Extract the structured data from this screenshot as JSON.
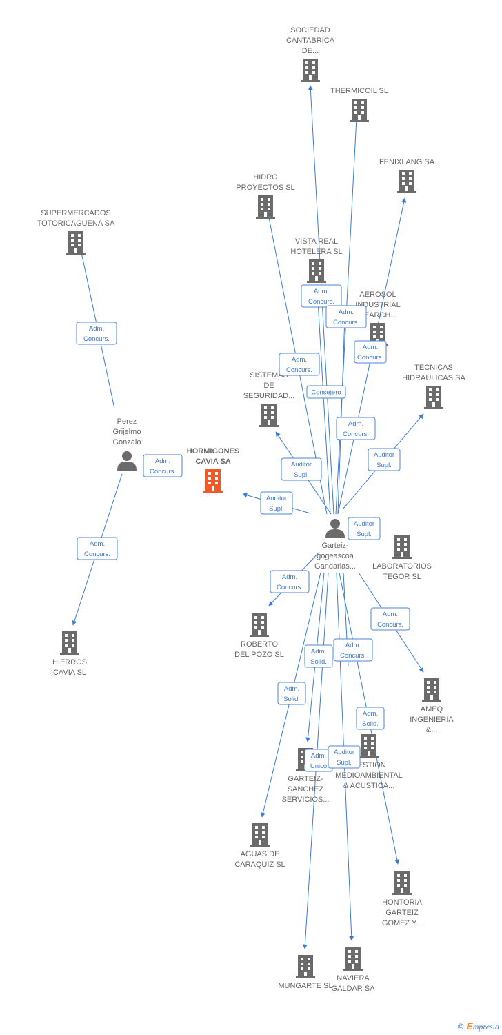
{
  "colors": {
    "edge": "#3a7bd5",
    "building": "#6b6b6b",
    "main": "#f05a28",
    "person": "#6b6b6b"
  },
  "nodes": [
    {
      "id": "sociedad",
      "type": "company",
      "lines": [
        "SOCIEDAD",
        "CANTABRICA",
        "DE..."
      ]
    },
    {
      "id": "thermicoil",
      "type": "company",
      "lines": [
        "THERMICOIL SL"
      ]
    },
    {
      "id": "fenixlang",
      "type": "company",
      "lines": [
        "FENIXLANG SA"
      ]
    },
    {
      "id": "hidro",
      "type": "company",
      "lines": [
        "HIDRO",
        "PROYECTOS SL"
      ]
    },
    {
      "id": "supermercados",
      "type": "company",
      "lines": [
        "SUPERMERCADOS",
        "TOTORICAGUENA SA"
      ]
    },
    {
      "id": "vista",
      "type": "company",
      "lines": [
        "VISTA REAL",
        "HOTELERA SL"
      ]
    },
    {
      "id": "aerosol",
      "type": "company",
      "lines": [
        "AEROSOL",
        "INDUSTRIAL",
        "SEARCH..."
      ]
    },
    {
      "id": "sistemas",
      "type": "company",
      "lines": [
        "SISTEMAS",
        "DE",
        "SEGURIDAD..."
      ]
    },
    {
      "id": "tecnicas",
      "type": "company",
      "lines": [
        "TECNICAS",
        "HIDRAULICAS SA"
      ]
    },
    {
      "id": "perez",
      "type": "person",
      "lines": [
        "Perez",
        "Grijelmo",
        "Gonzalo"
      ]
    },
    {
      "id": "hormigones",
      "type": "main",
      "lines": [
        "HORMIGONES",
        "CAVIA SA"
      ]
    },
    {
      "id": "garteiz",
      "type": "person",
      "lines": [
        "Garteiz-",
        "gogeascoa",
        "Gandarias..."
      ]
    },
    {
      "id": "laboratorios",
      "type": "company",
      "lines": [
        "LABORATORIOS",
        "TEGOR SL"
      ]
    },
    {
      "id": "roberto",
      "type": "company",
      "lines": [
        "ROBERTO",
        "DEL POZO SL"
      ]
    },
    {
      "id": "hierros",
      "type": "company",
      "lines": [
        "HIERROS",
        "CAVIA SL"
      ]
    },
    {
      "id": "ameq",
      "type": "company",
      "lines": [
        "AMEQ",
        "INGENIERIA",
        "&..."
      ]
    },
    {
      "id": "gestion",
      "type": "company",
      "lines": [
        "GESTION",
        "MEDIOAMBIENTAL",
        "& ACUSTICA..."
      ]
    },
    {
      "id": "garteizsanchez",
      "type": "company",
      "lines": [
        "GARTEIZ-",
        "SANCHEZ",
        "SERVICIOS..."
      ]
    },
    {
      "id": "aguas",
      "type": "company",
      "lines": [
        "AGUAS DE",
        "CARAQUIZ SL"
      ]
    },
    {
      "id": "hontoria",
      "type": "company",
      "lines": [
        "HONTORIA",
        "GARTEIZ",
        "GOMEZ Y..."
      ]
    },
    {
      "id": "mungarte",
      "type": "company",
      "lines": [
        "MUNGARTE SL"
      ]
    },
    {
      "id": "naviera",
      "type": "company",
      "lines": [
        "NAVIERA",
        "GALDAR SA"
      ]
    }
  ],
  "edges": [
    {
      "id": "e1",
      "lines": [
        "Adm.",
        "Concurs."
      ]
    },
    {
      "id": "e2",
      "lines": [
        "Adm.",
        "Concurs."
      ]
    },
    {
      "id": "e3",
      "lines": [
        "Adm.",
        "Concurs."
      ]
    },
    {
      "id": "e4",
      "lines": [
        "Adm.",
        "Concurs."
      ]
    },
    {
      "id": "e5",
      "lines": [
        "Adm.",
        "Concurs."
      ]
    },
    {
      "id": "e6",
      "lines": [
        "Adm.",
        "Concurs."
      ]
    },
    {
      "id": "e7",
      "lines": [
        "Auditor",
        "Supl."
      ]
    },
    {
      "id": "e8",
      "lines": [
        "Consejero"
      ]
    },
    {
      "id": "e9",
      "lines": [
        "Adm.",
        "Concurs."
      ]
    },
    {
      "id": "e10",
      "lines": [
        "Adm.",
        "Concurs."
      ]
    },
    {
      "id": "e11",
      "lines": [
        "Auditor",
        "Supl."
      ]
    },
    {
      "id": "e12",
      "lines": [
        "Auditor",
        "Supl."
      ]
    },
    {
      "id": "e13",
      "lines": [
        "Auditor",
        "Supl."
      ]
    },
    {
      "id": "e14",
      "lines": [
        "Adm.",
        "Concurs."
      ]
    },
    {
      "id": "e15",
      "lines": [
        "Adm.",
        "Concurs."
      ]
    },
    {
      "id": "e16",
      "lines": [
        "Adm.",
        "Solid."
      ]
    },
    {
      "id": "e17",
      "lines": [
        "Adm.",
        "Concurs."
      ]
    },
    {
      "id": "e18",
      "lines": [
        "Adm.",
        "Solid."
      ]
    },
    {
      "id": "e19",
      "lines": [
        "Adm.",
        "Solid."
      ]
    },
    {
      "id": "e20",
      "lines": [
        "Adm.",
        "Unico"
      ]
    },
    {
      "id": "e21",
      "lines": [
        "Auditor",
        "Supl."
      ]
    }
  ],
  "footer": {
    "copyright": "©",
    "brand_initial": "E",
    "brand_rest": "mpresia"
  }
}
